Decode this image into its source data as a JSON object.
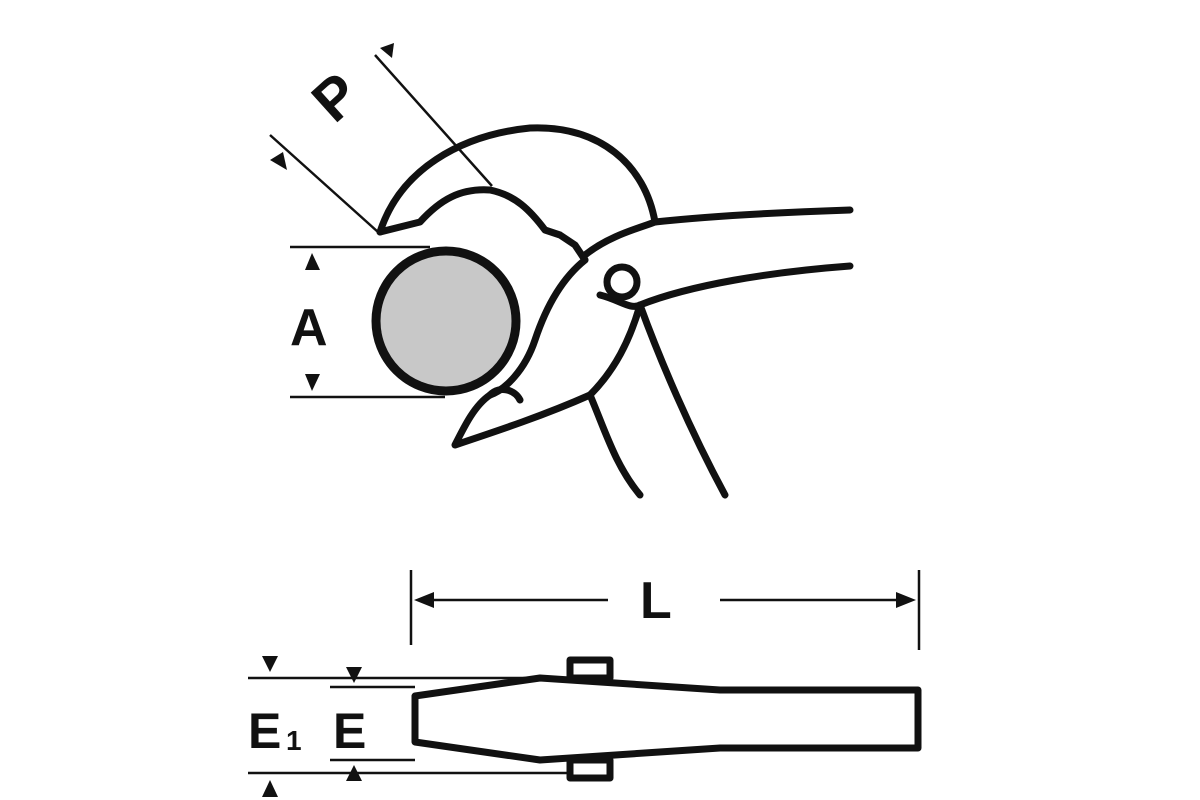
{
  "colors": {
    "stroke": "#111111",
    "workpiece_fill": "#c8c8c8",
    "background": "#ffffff"
  },
  "labels": {
    "jaw_depth": "P",
    "jaw_opening": "A",
    "length": "L",
    "head_thickness_outer": "E",
    "head_thickness_outer_subscript": "1",
    "head_thickness_inner": "E"
  }
}
